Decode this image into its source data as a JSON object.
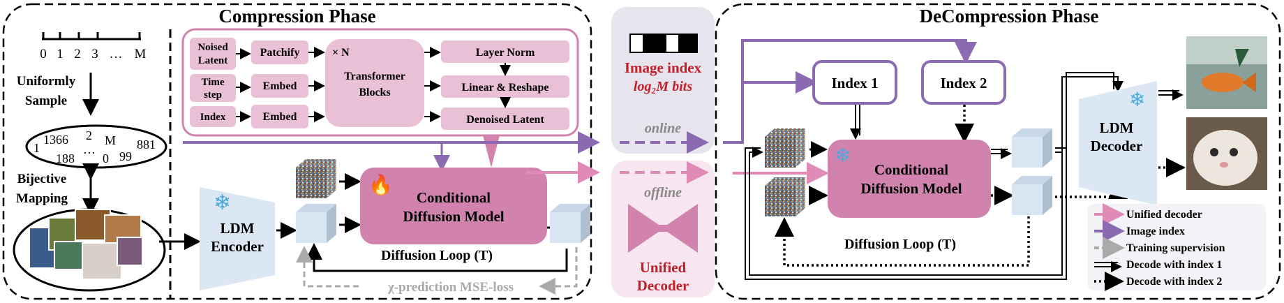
{
  "compression": {
    "title": "Compression Phase",
    "index_axis": {
      "ticks": [
        "0",
        "1",
        "2",
        "3",
        "…",
        "M"
      ]
    },
    "uniform_label": [
      "Uniformly",
      "Sample"
    ],
    "ellipse_numbers": [
      "1",
      "1366",
      "2",
      "M",
      "881",
      "188",
      "…",
      "0",
      "99"
    ],
    "bijective_label": [
      "Bijective",
      "Mapping"
    ],
    "arch": {
      "noised_latent": [
        "Noised",
        "Latent"
      ],
      "time_step": [
        "Time",
        "step"
      ],
      "index": "Index",
      "patchify": "Patchify",
      "embed1": "Embed",
      "embed2": "Embed",
      "times_n": "× N",
      "transformer": [
        "Transformer",
        "Blocks"
      ],
      "layer_norm": "Layer Norm",
      "linear_reshape": "Linear & Reshape",
      "denoised_latent": "Denoised Latent"
    },
    "ldm_encoder": [
      "LDM",
      "Encoder"
    ],
    "cdm": [
      "Conditional",
      "Diffusion Model"
    ],
    "diffusion_loop": "Diffusion Loop (T)",
    "loss": "χ-prediction MSE-loss"
  },
  "middle": {
    "image_index": "Image index",
    "bits": "log₂M bits",
    "online": "online",
    "offline": "offline",
    "unified_decoder": [
      "Unified",
      "Decoder"
    ]
  },
  "decompression": {
    "title": "DeCompression Phase",
    "index1": "Index 1",
    "index2": "Index 2",
    "cdm": [
      "Conditional",
      "Diffusion Model"
    ],
    "ldm_decoder": [
      "LDM",
      "Decoder"
    ],
    "diffusion_loop": "Diffusion Loop (T)",
    "legend": [
      {
        "label": "Unified decoder"
      },
      {
        "label": "Image index"
      },
      {
        "label": "Training supervision"
      },
      {
        "label": "Decode with index 1"
      },
      {
        "label": "Decode with index 2"
      }
    ]
  },
  "colors": {
    "pink": "#d183ae",
    "pink_light": "#e9c0d6",
    "purple": "#8a6bb2",
    "blue_light": "#dbe8f4",
    "gray": "#aaaaaa",
    "red": "#c0202a"
  }
}
